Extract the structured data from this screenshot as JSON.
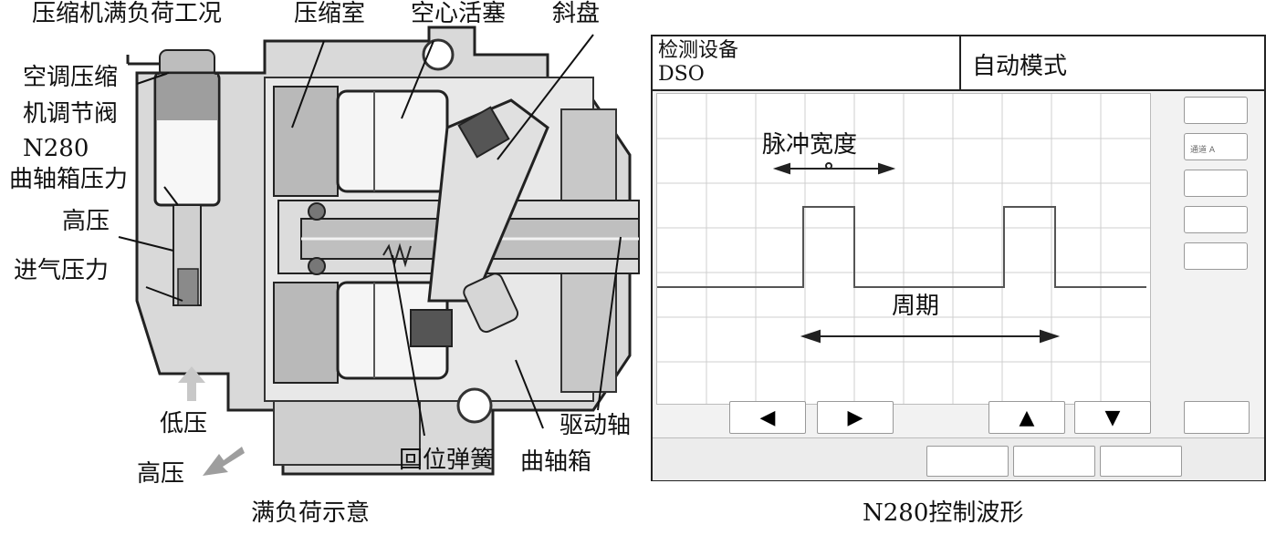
{
  "diagram": {
    "title": "压缩机满负荷工况",
    "labels": {
      "compression_chamber": "压缩室",
      "hollow_piston": "空心活塞",
      "swash_plate": "斜盘",
      "valve_line1": "空调压缩",
      "valve_line2": "机调节阀",
      "valve_code": "N280",
      "crankcase_pressure": "曲轴箱压力",
      "high_pressure_upper": "高压",
      "intake_pressure": "进气压力",
      "low_pressure": "低压",
      "high_pressure_lower": "高压",
      "return_spring": "回位弹簧",
      "crankcase": "曲轴箱",
      "drive_shaft": "驱动轴"
    },
    "caption": "满负荷示意"
  },
  "dso": {
    "device_label": "检测设备",
    "device_value": "DSO",
    "mode": "自动模式",
    "pulse_width_label": "脉冲宽度",
    "period_label": "周期",
    "side_buttons": [
      "通道 A"
    ],
    "caption": "N280控制波形"
  }
}
